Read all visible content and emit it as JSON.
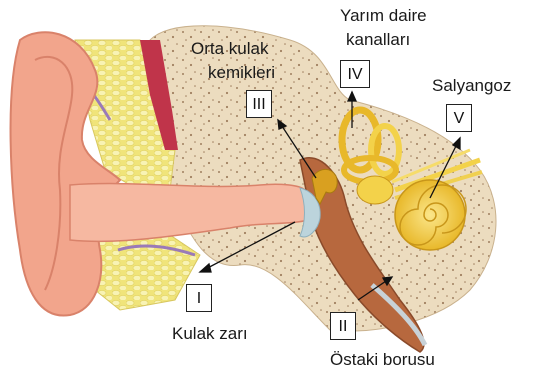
{
  "labels": {
    "orta_kulak": [
      "Orta kulak",
      "kemikleri"
    ],
    "yarim_daire": [
      "Yarım daire",
      "kanalları"
    ],
    "salyangoz": "Salyangoz",
    "kulak_zari": "Kulak zarı",
    "ostaki": "Östaki borusu"
  },
  "markers": {
    "I": "I",
    "II": "II",
    "III": "III",
    "IV": "IV",
    "V": "V"
  },
  "colors": {
    "skin": "#f2a58c",
    "skin_dark": "#d9826a",
    "canal": "#f6b8a1",
    "bone": "#ecdcbf",
    "bone_dot": "#a08060",
    "fat": "#f2ea8a",
    "fat_cell": "#f8f3b4",
    "cochlea": "#f3d24a",
    "ossicle": "#d9a020",
    "eustachian": "#b7683e",
    "eustachian_dark": "#8a4a2a",
    "eardrum": "#bcd4dc",
    "muscle": "#c0344a"
  }
}
